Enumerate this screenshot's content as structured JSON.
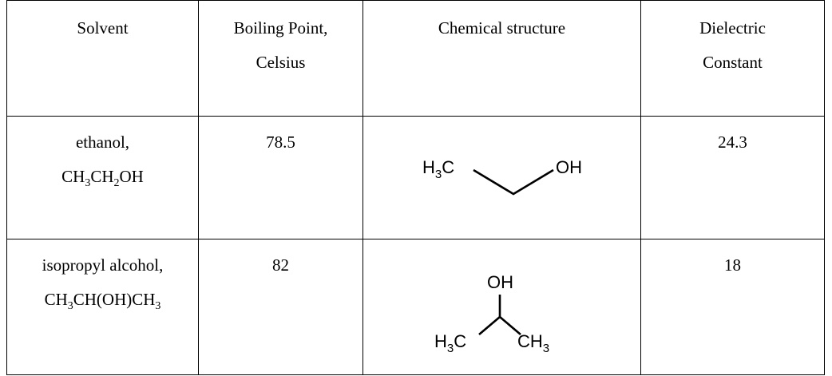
{
  "table": {
    "headers": [
      {
        "line1": "Solvent",
        "line2": ""
      },
      {
        "line1": "Boiling Point,",
        "line2": "Celsius"
      },
      {
        "line1": "Chemical structure",
        "line2": ""
      },
      {
        "line1": "Dielectric",
        "line2": "Constant"
      }
    ],
    "rows": [
      {
        "name": "ethanol,",
        "formula": [
          {
            "t": "CH"
          },
          {
            "s": "3"
          },
          {
            "t": "CH"
          },
          {
            "s": "2"
          },
          {
            "t": "OH"
          }
        ],
        "boiling_point": "78.5",
        "structure": {
          "left_main": "H",
          "left_sub": "3",
          "left_tail": "C",
          "right": "OH"
        },
        "dielectric": "24.3"
      },
      {
        "name": "isopropyl alcohol,",
        "formula": [
          {
            "t": "CH"
          },
          {
            "s": "3"
          },
          {
            "t": "CH(OH)CH"
          },
          {
            "s": "3"
          }
        ],
        "boiling_point": "82",
        "structure": {
          "top": "OH",
          "left_main": "H",
          "left_sub": "3",
          "left_tail": "C",
          "right_main": "CH",
          "right_sub": "3"
        },
        "dielectric": "18"
      }
    ]
  }
}
